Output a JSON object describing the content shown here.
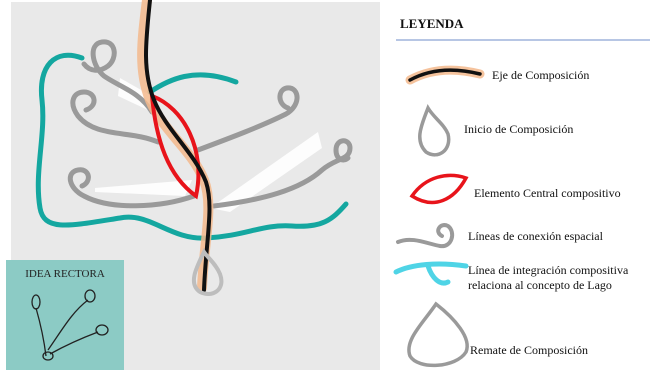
{
  "idea_rectora": "IDEA RECTORA",
  "legend": {
    "title": "LEYENDA",
    "items": [
      {
        "label": "Eje de Composición"
      },
      {
        "label": "Inicio de Composición"
      },
      {
        "label": "Elemento Central compositivo"
      },
      {
        "label": "Líneas de conexión espacial"
      },
      {
        "label": "Línea de integración compositiva relaciona al concepto de Lago"
      },
      {
        "label": "Remate de Composición"
      }
    ]
  },
  "colors": {
    "axis": "#111111",
    "axis_glow": "#f3b98c",
    "central_element": "#e8141b",
    "connection_lines": "#9a9a9a",
    "integration_line": "#14a7a0",
    "integration_line_legend": "#4fd4e6",
    "idea_box": "#8ccbc5"
  }
}
